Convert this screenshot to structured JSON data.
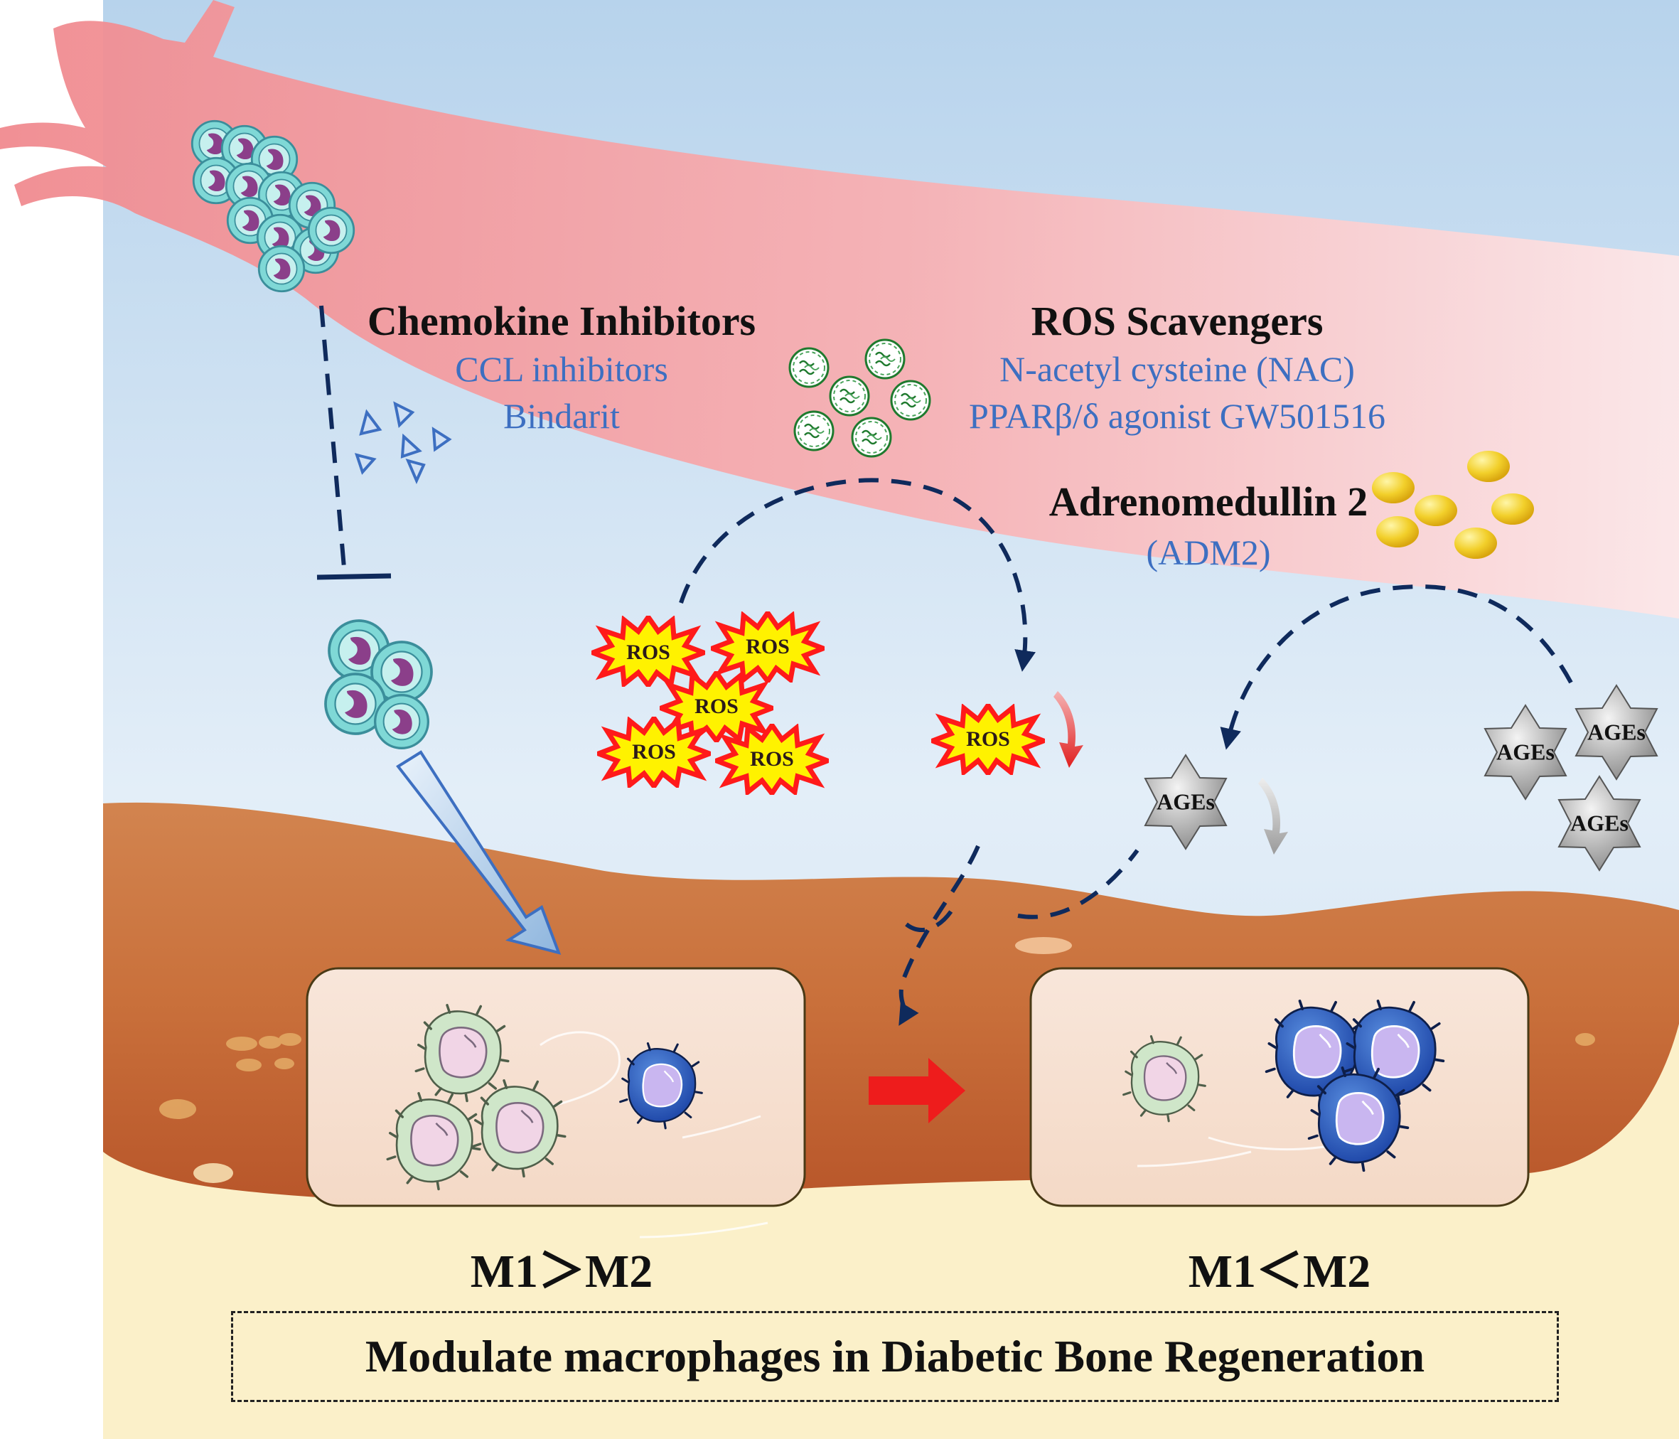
{
  "chemokine": {
    "title": "Chemokine Inhibitors",
    "line1": "CCL inhibitors",
    "line2": "Bindarit"
  },
  "ros_scavengers": {
    "title": "ROS Scavengers",
    "line1": "N-acetyl cysteine (NAC)",
    "line2": "PPARβ/δ agonist GW501516"
  },
  "adm2": {
    "title": "Adrenomedullin 2",
    "line1": "(ADM2)"
  },
  "ros_label": "ROS",
  "ages_label": "AGEs",
  "left_ratio": "M1＞M2",
  "right_ratio": "M1＜M2",
  "bottom_title": "Modulate macrophages in Diabetic Bone Regeneration",
  "colors": {
    "sky": "#cfe3f4",
    "vessel": "#f08f94",
    "bone_dark": "#c46a35",
    "bone_light": "#fbf0c9",
    "dashed_arrow": "#0f2a5c",
    "text_blue": "#3d6fc1",
    "m1_cell": "#cfe6c9",
    "m2_cell": "#2a5fc2",
    "red_arrow": "#ee1c1c"
  },
  "icons": [
    "neutrophil-icon",
    "triangle-inhibitor-icon",
    "ros-scavenger-icon",
    "adm2-particle-icon",
    "ros-burst-icon",
    "ages-star-icon",
    "m1-macrophage-icon",
    "m2-macrophage-icon"
  ]
}
